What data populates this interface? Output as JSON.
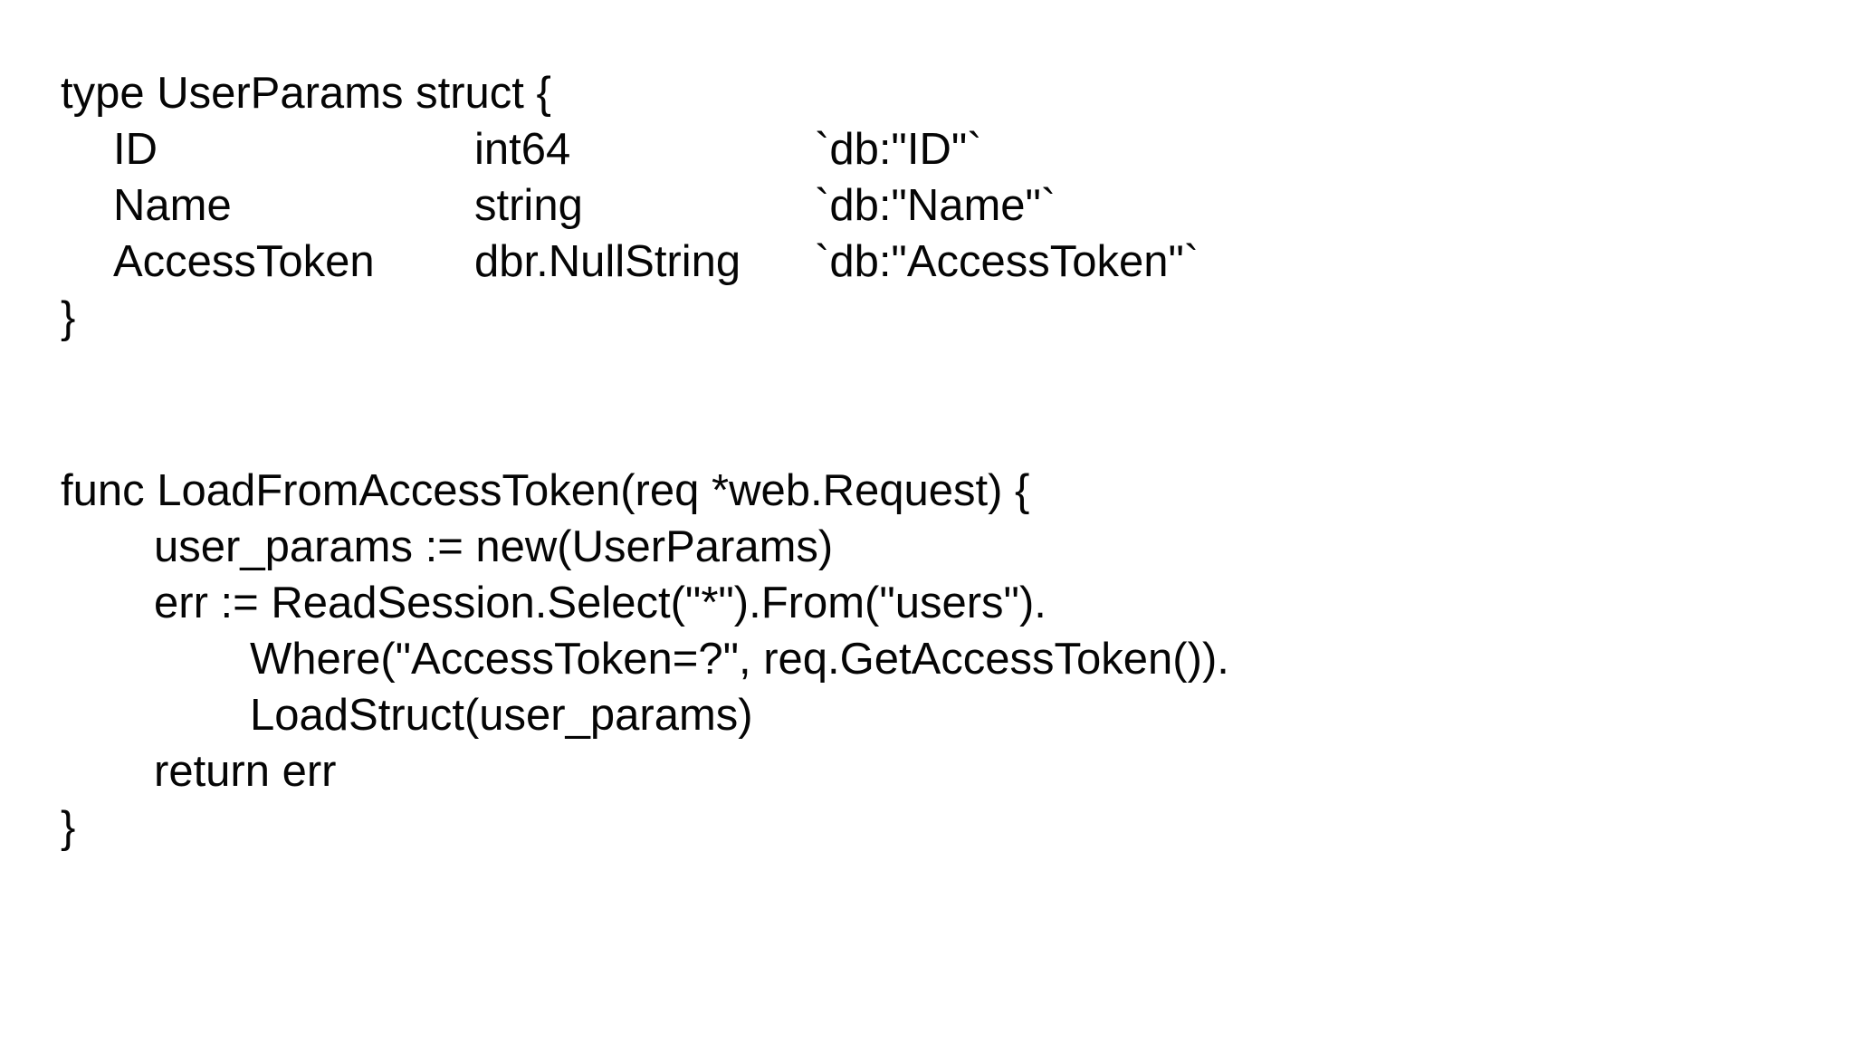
{
  "page": {
    "background_color": "#ffffff",
    "text_color": "#050505"
  },
  "code": {
    "language": "go",
    "struct_block": {
      "header": "type UserParams struct {",
      "fields": [
        {
          "name": "ID",
          "type": "int64",
          "tag": "`db:\"ID\"`"
        },
        {
          "name": "Name",
          "type": "string",
          "tag": "`db:\"Name\"`"
        },
        {
          "name": "AccessToken",
          "type": "dbr.NullString",
          "tag": "`db:\"AccessToken\"`"
        }
      ],
      "close_brace": "}"
    },
    "func_block": {
      "lines": [
        "func LoadFromAccessToken(req *web.Request) {",
        "user_params := new(UserParams)",
        "err := ReadSession.Select(\"*\").From(\"users\").",
        "Where(\"AccessToken=?\", req.GetAccessToken()).",
        "LoadStruct(user_params)",
        "return err",
        "}"
      ]
    }
  }
}
